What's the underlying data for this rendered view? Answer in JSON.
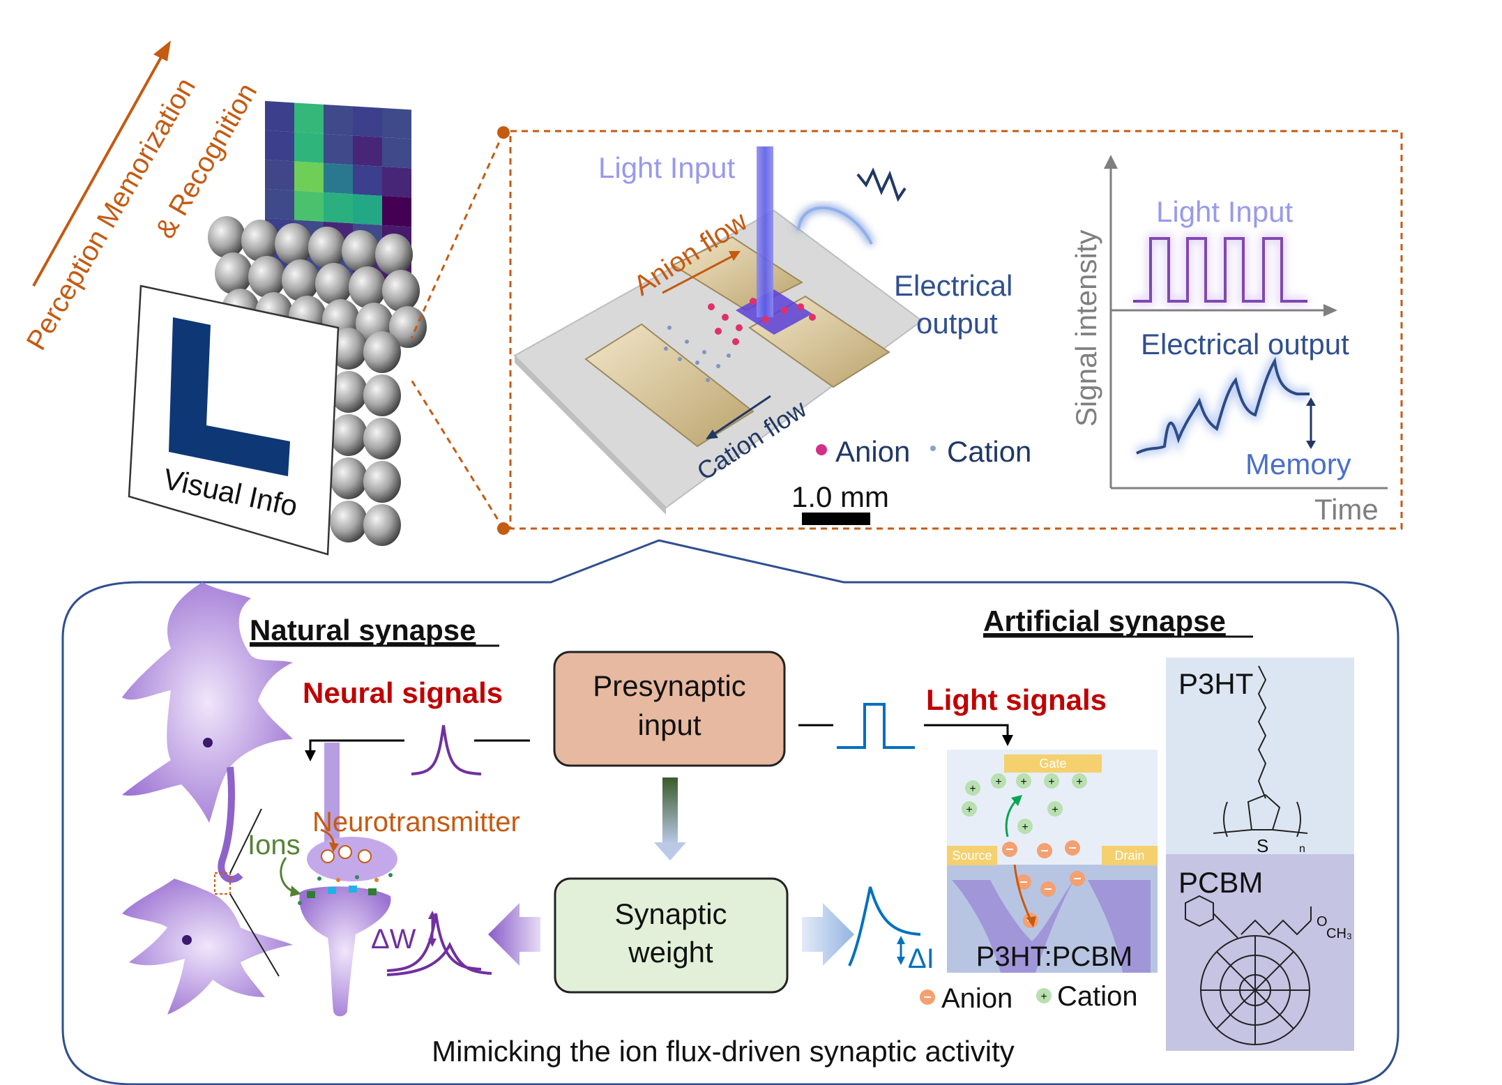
{
  "figure": {
    "perception_label": "Perception Memorization",
    "recognition_label": "& Recognition",
    "visual_info_label": "Visual Info",
    "inset": {
      "light_input": "Light Input",
      "anion_flow": "Anion flow",
      "cation_flow": "Cation flow",
      "electrical_output_line1": "Electrical",
      "electrical_output_line2": "output",
      "legend_anion": "Anion",
      "legend_cation": "Cation",
      "scale_bar": "1.0 mm",
      "plot": {
        "ylabel": "Signal intensity",
        "xlabel": "Time",
        "light_input": "Light Input",
        "electrical_output": "Electrical output",
        "memory": "Memory"
      }
    },
    "synapse_panel": {
      "natural_title": "Natural synapse",
      "artificial_title": "Artificial synapse",
      "neural_signals": "Neural signals",
      "light_signals": "Light signals",
      "presynaptic_input": "Presynaptic\ninput",
      "synaptic_weight": "Synaptic\nweight",
      "neurotransmitter": "Neurotransmitter",
      "ions": "Ions",
      "delta_w": "ΔW",
      "delta_i": "ΔI",
      "device": {
        "gate": "Gate",
        "source": "Source",
        "drain": "Drain",
        "material": "P3HT:PCBM",
        "legend_anion": "Anion",
        "legend_cation": "Cation"
      },
      "p3ht": "P3HT",
      "pcbm": "PCBM",
      "subscript_n": "n",
      "sulfur": "S",
      "methyl": "O",
      "ch3": "CH₃",
      "caption": "Mimicking the ion flux-driven synaptic activity"
    }
  },
  "colors": {
    "orange": "#c55a11",
    "navy": "#203864",
    "purple": "#7030a0",
    "dark_red": "#c00000",
    "blue_line": "#0070c0",
    "light_purple_text": "#9999ee",
    "green_text": "#548235",
    "presyn_fill": "#e6b9a0",
    "weight_fill": "#e2f0d9"
  }
}
